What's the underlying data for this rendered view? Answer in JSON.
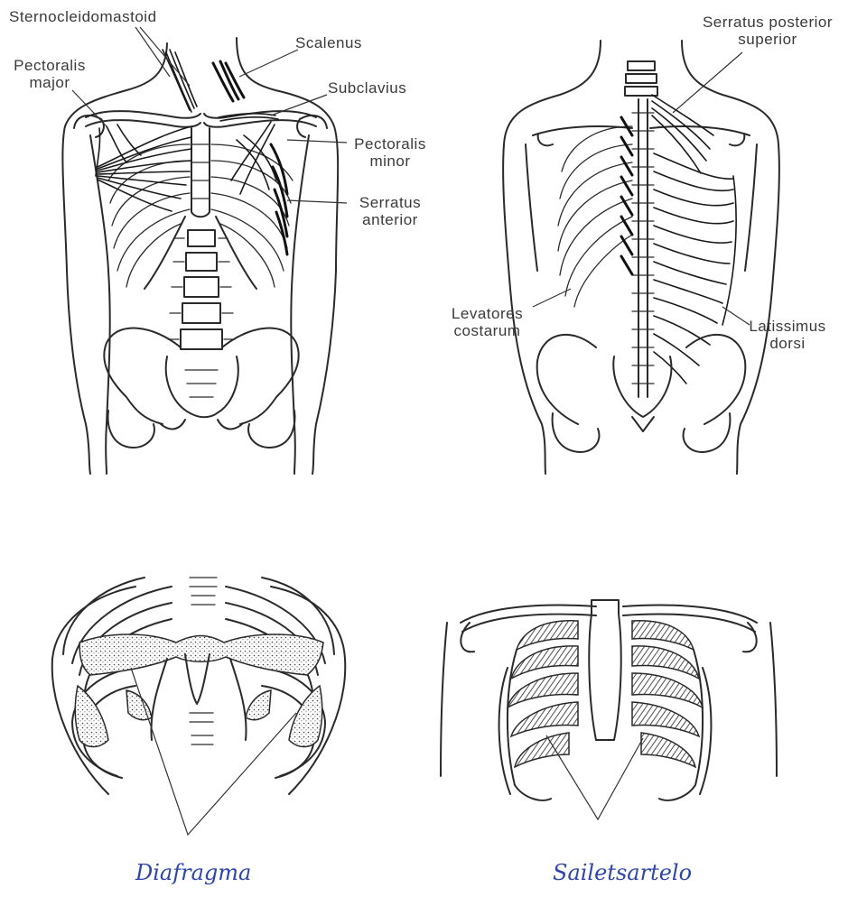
{
  "labels": {
    "sternocleidomastoid": "Sternocleidomastoid",
    "scalenus": "Scalenus",
    "pectoralis_major_1": "Pectoralis",
    "pectoralis_major_2": "major",
    "subclavius": "Subclavius",
    "pectoralis_minor_1": "Pectoralis",
    "pectoralis_minor_2": "minor",
    "serratus_anterior_1": "Serratus",
    "serratus_anterior_2": "anterior",
    "serratus_posterior_1": "Serratus posterior",
    "serratus_posterior_2": "superior",
    "levatores_1": "Levatores",
    "levatores_2": "costarum",
    "latissimus_1": "Latissimus",
    "latissimus_2": "dorsi"
  },
  "captions": {
    "diaphragm": "Diafragma",
    "intercostal": "Sailetsartelo"
  }
}
